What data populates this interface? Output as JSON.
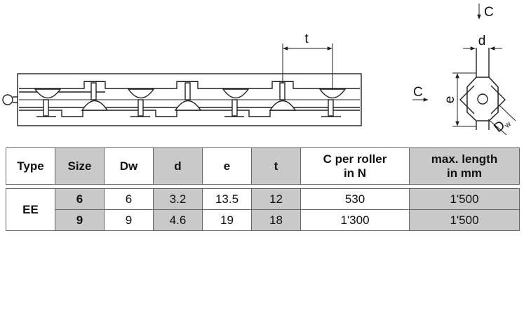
{
  "drawing": {
    "labels": {
      "t": "t",
      "d": "d",
      "e": "e",
      "C": "C",
      "Dw_main": "D",
      "Dw_sub": "w"
    }
  },
  "table": {
    "headers": {
      "type": "Type",
      "size": "Size",
      "dw": "Dw",
      "d": "d",
      "e": "e",
      "t": "t",
      "c_per_roller": "C per roller\nin N",
      "max_length": "max. length\nin mm"
    },
    "type_value": "EE",
    "rows": [
      {
        "size": "6",
        "dw": "6",
        "d": "3.2",
        "e": "13.5",
        "t": "12",
        "c": "530",
        "max_length": "1'500"
      },
      {
        "size": "9",
        "dw": "9",
        "d": "4.6",
        "e": "19",
        "t": "18",
        "c": "1'300",
        "max_length": "1'500"
      }
    ]
  },
  "colors": {
    "shaded_column": "#c9c9c9",
    "line": "#222222"
  }
}
